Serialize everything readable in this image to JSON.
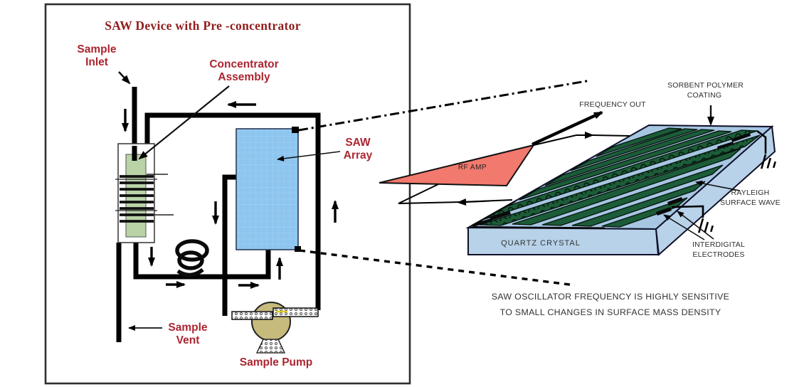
{
  "panel": {
    "title": "SAW Device with Pre -concentrator",
    "labels": {
      "sample_inlet": {
        "line1": "Sample",
        "line2": "Inlet"
      },
      "concentrator": {
        "line1": "Concentrator",
        "line2": "Assembly"
      },
      "saw_array": {
        "line1": "SAW",
        "line2": "Array"
      },
      "sample_vent": {
        "line1": "Sample",
        "line2": "Vent"
      },
      "sample_pump": "Sample Pump"
    }
  },
  "chip": {
    "labels": {
      "frequency_out": "FREQUENCY OUT",
      "sorbent_line1": "SORBENT POLYMER",
      "sorbent_line2": "COATING",
      "rf_amp": "RF AMP",
      "rayleigh_line1": "RAYLEIGH",
      "rayleigh_line2": "SURFACE WAVE",
      "quartz": "QUARTZ CRYSTAL",
      "interdigital_line1": "INTERDIGITAL",
      "interdigital_line2": "ELECTRODES"
    },
    "caption_line1": "SAW OSCILLATOR FREQUENCY IS HIGHLY SENSITIVE",
    "caption_line2": "TO SMALL CHANGES IN SURFACE MASS DENSITY"
  },
  "colors": {
    "title_red": "#901d1d",
    "label_red": "#ab2530",
    "amp_red": "#f2796d",
    "chip_blue_top": "#a6c6e2",
    "chip_blue_front": "#b7d2e9",
    "saw_array_blue": "#8cc5ef",
    "tube_green": "#b9d3a7",
    "stripe_green": "#1c5c38",
    "pump_tan": "#c7ba7d"
  }
}
